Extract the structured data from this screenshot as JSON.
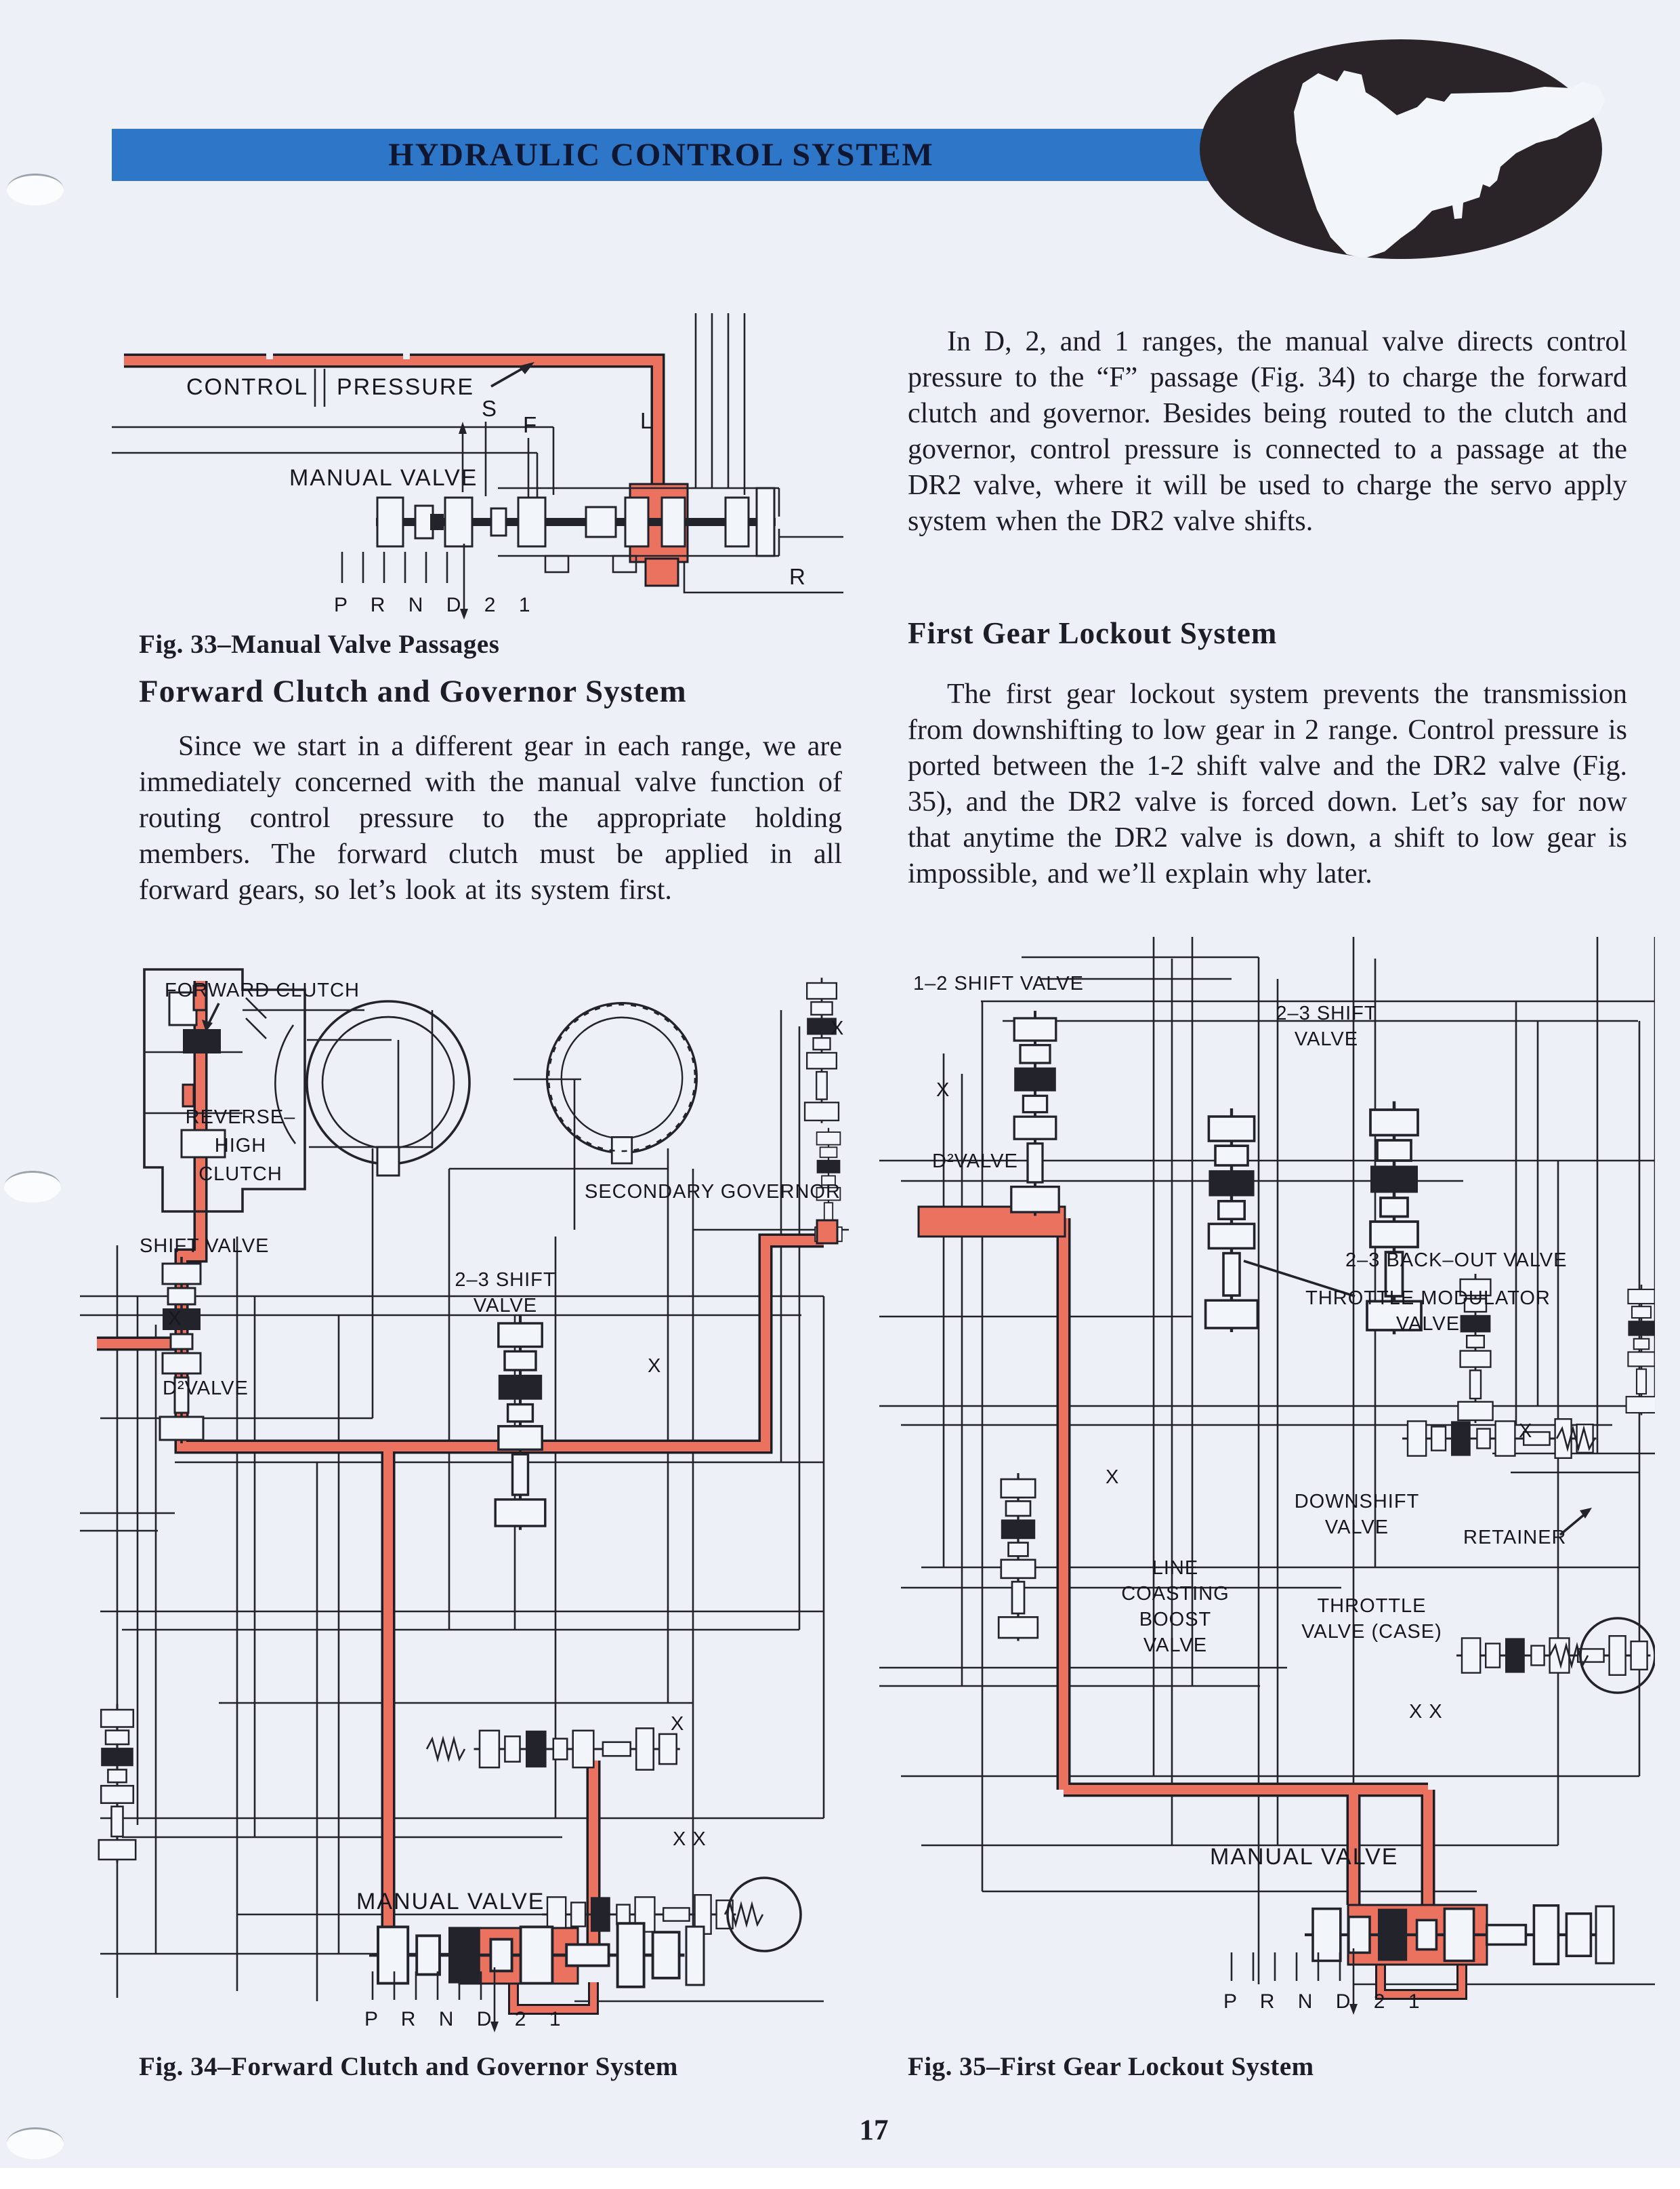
{
  "page": {
    "number": "17"
  },
  "header": {
    "title": "HYDRAULIC CONTROL SYSTEM"
  },
  "left_column": {
    "fig33_caption": "Fig. 33–Manual Valve Passages",
    "section_heading": "Forward Clutch and Governor System",
    "paragraph": "Since we start in a different gear in each range, we are immediately concerned with the manual valve function of routing control pressure to the appropriate holding members. The forward clutch must be applied in all forward gears, so let’s look at its system first.",
    "fig34_caption": "Fig. 34–Forward Clutch and Governor System"
  },
  "right_column": {
    "paragraph_1": "In D, 2, and 1 ranges, the manual valve directs control pressure to the “F” passage (Fig. 34) to charge the forward clutch and governor. Besides being routed to the clutch and governor, control pressure is connected to a passage at the DR2 valve, where it will be used to charge the servo apply system when the DR2 valve shifts.",
    "section_heading": "First Gear Lockout System",
    "paragraph_2": "The first gear lockout system prevents the transmission from downshifting to low gear in 2 range. Control pressure is ported between the 1-2 shift valve and the DR2 valve (Fig. 35), and the DR2 valve is forced down. Let’s say for now that anytime the DR2 valve is down, a shift to low gear is impossible, and we’ll explain why later.",
    "fig35_caption": "Fig. 35–First Gear Lockout System"
  },
  "fig33": {
    "labels": {
      "control": "CONTROL",
      "pressure": "PRESSURE",
      "manual_valve": "MANUAL VALVE",
      "positions": "P R N D 2 1",
      "s": "S",
      "f": "F",
      "l": "L",
      "r": "R"
    }
  },
  "fig34": {
    "labels": {
      "forward_clutch": "FORWARD CLUTCH",
      "reverse_line": "REVERSE–",
      "high_line": "HIGH",
      "clutch_line": "CLUTCH",
      "shift_valve": "SHIFT VALVE",
      "shift_23_line1": "2–3 SHIFT",
      "shift_23_line2": "VALVE",
      "secondary_governor": "SECONDARY GOVERNOR",
      "d2_valve": "D²VALVE",
      "manual_valve": "MANUAL VALVE",
      "positions": "P R N D 2 1",
      "x_mark": "X",
      "xx_mark": "X X"
    }
  },
  "fig35": {
    "labels": {
      "shift_12": "1–2 SHIFT VALVE",
      "shift_23_line1": "2–3 SHIFT",
      "shift_23_line2": "VALVE",
      "d2_valve": "D²VALVE",
      "back_out": "2–3 BACK–OUT VALVE",
      "throttle_mod_line1": "THROTTLE MODULATOR",
      "throttle_mod_line2": "VALVE",
      "downshift_line1": "DOWNSHIFT",
      "downshift_line2": "VALVE",
      "retainer": "RETAINER",
      "line_boost_line1": "LINE",
      "line_boost_line2": "COASTING",
      "line_boost_line3": "BOOST",
      "line_boost_line4": "VALVE",
      "throttle_case_line1": "THROTTLE",
      "throttle_case_line2": "VALVE (CASE)",
      "manual_valve": "MANUAL VALVE",
      "positions": "P R N D 2 1",
      "x_mark": "X",
      "xx_mark": "X X"
    }
  },
  "colors": {
    "accent_blue": "#2e76c8",
    "highlight_red": "#ec7260",
    "ink": "#1d1d27",
    "paper": "#edf1f7",
    "logo_dark": "#2a2327"
  }
}
